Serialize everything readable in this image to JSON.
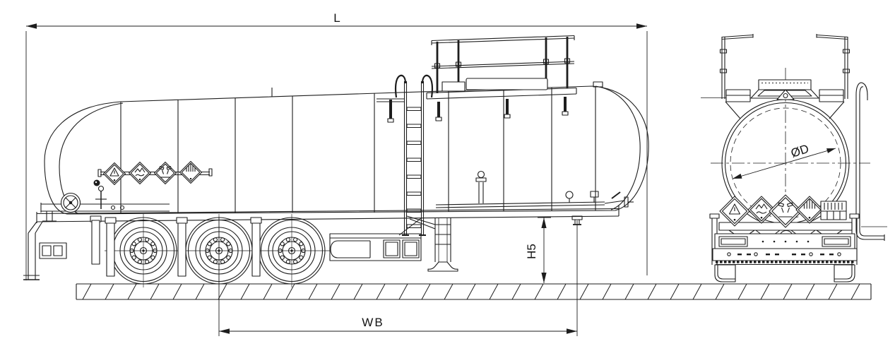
{
  "drawing": {
    "background_color": "#ffffff",
    "line_color": "#1d1d1d",
    "dimension_labels": {
      "overall_length": "L",
      "wheelbase": "WB",
      "rear_height": "H5",
      "tank_diameter": "ØD"
    },
    "side_view": {
      "axle_count": 3,
      "hazard_placards": [
        {
          "icon": "warning-diamond-icon"
        },
        {
          "icon": "environment-diamond-icon"
        },
        {
          "icon": "corrosive-diamond-icon"
        },
        {
          "icon": "class9-diamond-icon"
        }
      ]
    },
    "rear_view": {
      "hazard_placards": [
        {
          "icon": "warning-diamond-icon"
        },
        {
          "icon": "environment-diamond-icon"
        },
        {
          "icon": "corrosive-diamond-icon"
        },
        {
          "icon": "class9-diamond-icon"
        }
      ]
    }
  }
}
